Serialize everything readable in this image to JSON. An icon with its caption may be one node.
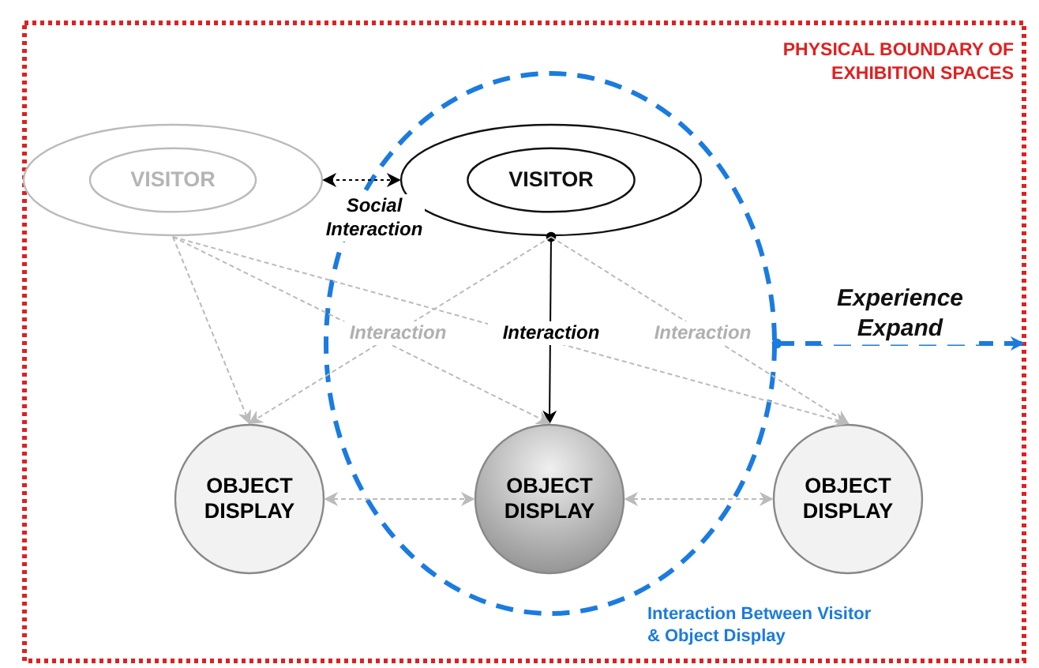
{
  "diagram": {
    "nodes": [
      {
        "text": [
          "PHYSICAL BOUNDARY OF EXHIBITION SPACES"
        ]
      },
      {
        "text": [
          "Interaction Between Visitor & Object Display"
        ],
        "in": 0
      },
      {
        "text": [
          "VISITOR"
        ],
        "in": 0
      },
      {
        "text": [
          "VISITOR"
        ],
        "in": 1
      },
      {
        "text": [
          "OBJECT DISPLAY"
        ],
        "in": 0
      },
      {
        "text": [
          "OBJECT DISPLAY"
        ],
        "in": 1
      },
      {
        "text": [
          "OBJECT DISPLAY"
        ],
        "in": 0
      }
    ],
    "edges": [
      {
        "from": 2,
        "to": 3,
        "arrow": "both",
        "label": "Social Interaction",
        "style": "dashed",
        "color": "#000000"
      },
      {
        "from": 3,
        "to": 5,
        "arrow": "to",
        "label": "Interaction",
        "color": "#000000"
      },
      {
        "from": 2,
        "to": 4,
        "arrow": "to",
        "style": "dashed"
      },
      {
        "from": 2,
        "to": 5,
        "arrow": "to",
        "style": "dashed"
      },
      {
        "from": 2,
        "to": 6,
        "arrow": "to",
        "style": "dashed"
      },
      {
        "from": 3,
        "to": 4,
        "arrow": "to",
        "label": "Interaction",
        "style": "dashed"
      },
      {
        "from": 3,
        "to": 6,
        "arrow": "to",
        "label": "Interaction",
        "style": "dashed"
      },
      {
        "from": 4,
        "to": 5,
        "arrow": "both",
        "style": "dashed"
      },
      {
        "from": 5,
        "to": 6,
        "arrow": "both",
        "style": "dashed"
      },
      {
        "from": 1,
        "to": 0,
        "arrow": "to",
        "label": "Experience Expand",
        "style": "dashed",
        "color": "#1a7be0"
      }
    ]
  }
}
